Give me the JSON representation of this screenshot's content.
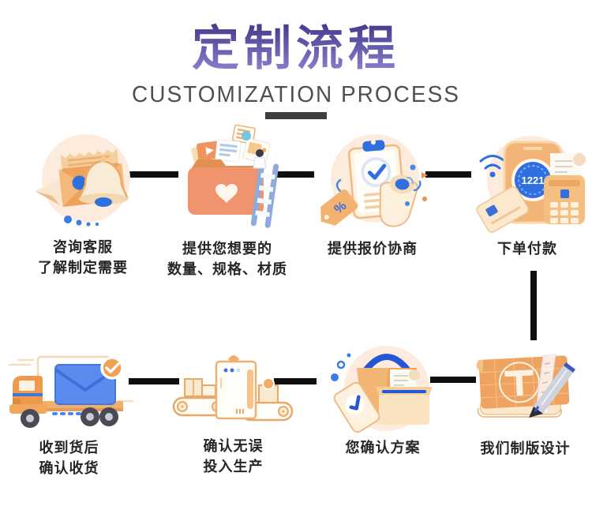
{
  "header": {
    "title": "定制流程",
    "subtitle": "CUSTOMIZATION PROCESS"
  },
  "steps": [
    {
      "icon": "envelope-bell-icon",
      "label_lines": [
        "咨询客服",
        "了解制定需要"
      ]
    },
    {
      "icon": "folder-materials-icon",
      "label_lines": [
        "提供您想要的",
        "数量、规格、材质"
      ]
    },
    {
      "icon": "clipboard-quote-icon",
      "label_lines": [
        "提供报价协商"
      ],
      "tag_symbol": "%"
    },
    {
      "icon": "phone-pos-icon",
      "label_lines": [
        "下单付款"
      ],
      "phone_display": "1221"
    },
    {
      "icon": "delivery-truck-icon",
      "label_lines": [
        "收到货后",
        "确认收货"
      ]
    },
    {
      "icon": "production-machine-icon",
      "label_lines": [
        "确认无误",
        "投入生产"
      ]
    },
    {
      "icon": "shopping-bag-icon",
      "label_lines": [
        "您确认方案"
      ]
    },
    {
      "icon": "blueprint-pen-icon",
      "label_lines": [
        "我们制版设计"
      ]
    }
  ],
  "colors": {
    "title_gradient_top": "#453a8c",
    "title_gradient_bottom": "#8d84d3",
    "subtitle_text": "#4f4f4f",
    "divider": "#3d3d3d",
    "connector": "#0f0f0f",
    "label_text": "#262626",
    "icon_circle_bg": "#fdecdd",
    "accent_orange": "#efa25c",
    "accent_blue": "#2f6fe0"
  }
}
